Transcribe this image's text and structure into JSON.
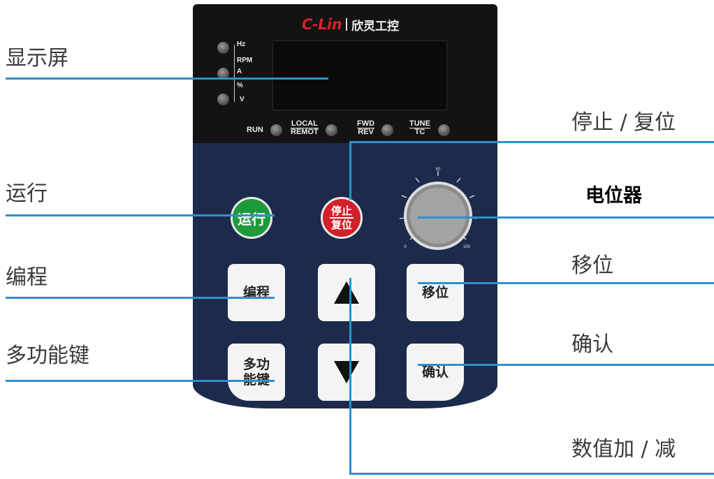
{
  "brand": {
    "logo": "C-Lin",
    "name_cn": "欣灵工控"
  },
  "units": {
    "hz": "Hz",
    "rpm": "RPM",
    "a": "A",
    "pct": "%",
    "v": "V"
  },
  "status": {
    "run": "RUN",
    "local_top": "LOCAL",
    "local_bottom": "REMOT",
    "fwd_top": "FWD",
    "fwd_bottom": "REV",
    "tune_top": "TUNE",
    "tune_bottom": "TC"
  },
  "buttons": {
    "run": "运行",
    "stop_top": "停止",
    "stop_bottom": "复位",
    "program": "编程",
    "shift": "移位",
    "multi_top": "多功",
    "multi_bottom": "能键",
    "confirm": "确认"
  },
  "dial": {
    "min": "0",
    "mid": "50",
    "max": "100"
  },
  "callouts": {
    "display": "显示屏",
    "run": "运行",
    "program": "编程",
    "multi": "多功能键",
    "stop_reset": "停止 / 复位",
    "potentiometer": "电位器",
    "shift": "移位",
    "confirm": "确认",
    "inc_dec": "数值加 / 减"
  },
  "colors": {
    "panel_top": "#131313",
    "panel_bottom": "#1c2a4c",
    "run_green": "#1e9a3a",
    "stop_red": "#d0202a",
    "leader_blue": "#2f8fcc"
  }
}
